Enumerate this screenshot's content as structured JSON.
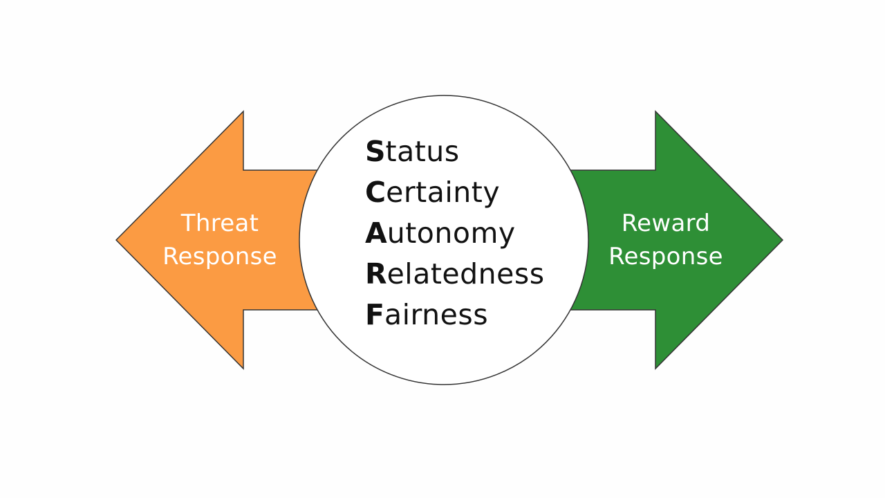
{
  "diagram": {
    "colors": {
      "threat": "#fb9b43",
      "reward": "#2e8f36",
      "outline": "#333333",
      "circle_fill": "#ffffff",
      "text_dark": "#111111",
      "text_light": "#ffffff"
    },
    "threat_arrow": {
      "line1": "Threat",
      "line2": "Response"
    },
    "reward_arrow": {
      "line1": "Reward",
      "line2": "Response"
    },
    "scarf": [
      {
        "initial": "S",
        "rest": "tatus"
      },
      {
        "initial": "C",
        "rest": "ertainty"
      },
      {
        "initial": "A",
        "rest": "utonomy"
      },
      {
        "initial": "R",
        "rest": "elatedness"
      },
      {
        "initial": "F",
        "rest": "airness"
      }
    ]
  }
}
